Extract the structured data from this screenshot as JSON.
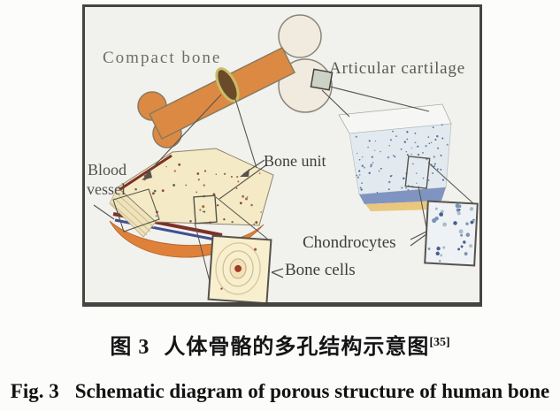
{
  "figure": {
    "labels": {
      "compact_bone": "Compact bone",
      "articular_cartilage": "Articular cartilage",
      "blood_vessel_line1": "Blood",
      "blood_vessel_line2": "vessel",
      "bone_unit": "Bone unit",
      "chondrocytes": "Chondrocytes",
      "bone_cells": "Bone cells"
    },
    "colors": {
      "figure_bg": "#f1f1ee",
      "frame_border": "#45443e",
      "bone_shaft_orange": "#dc8a43",
      "bone_head_cream": "#f0ebde",
      "ring_gold": "#c9bd66",
      "ring_core": "#6b4a2a",
      "section_surface": "#f4eac6",
      "section_side": "#efe3bc",
      "section_bottom_orange": "#e0813a",
      "blood_vessel_red": "#7e3026",
      "blood_vessel_blue": "#3f4f92",
      "cartilage_top": "#f6f7f4",
      "cartilage_body": "#e3eaef",
      "cartilage_band_blue": "#8094c2",
      "cartilage_band_tan": "#e9c77c",
      "cell_square_fill": "#f7efce",
      "cell_nucleus": "#9e3c28",
      "chondro_square_fill": "#eef2f4",
      "line_color": "#55534c",
      "label_color": "#524f48"
    }
  },
  "caption_zh": {
    "prefix": "图 3",
    "title": "人体骨骼的多孔结构示意图",
    "ref": "[35]"
  },
  "caption_en": {
    "prefix": "Fig. 3",
    "title": "Schematic diagram of porous structure of human bone"
  }
}
